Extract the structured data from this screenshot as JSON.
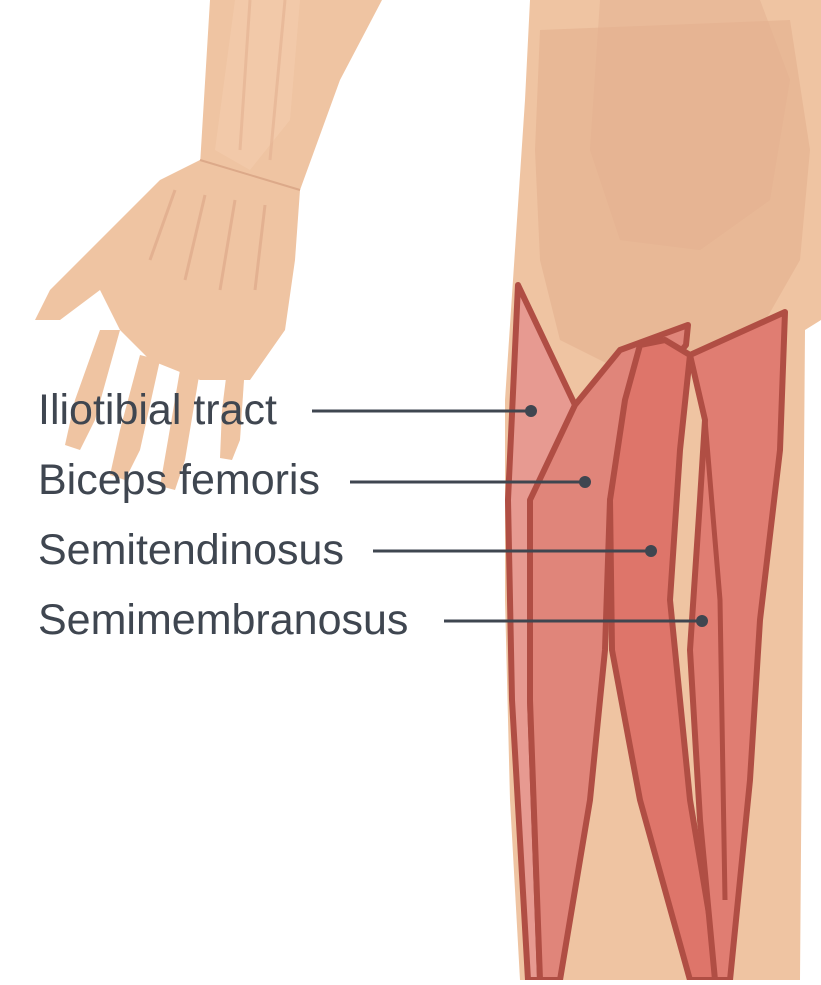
{
  "labels": [
    "Iliotibial tract",
    "Biceps femoris",
    "Semitendinosus",
    "Semimembranosus"
  ],
  "colors": {
    "skin": "#efc4a2",
    "skin_dark": "#e6b593",
    "muscle": "#de756a",
    "muscle_light": "#e79a91",
    "muscle_outline": "#b04e44",
    "label_text": "#3f4650",
    "leader_line": "#3f4650"
  }
}
